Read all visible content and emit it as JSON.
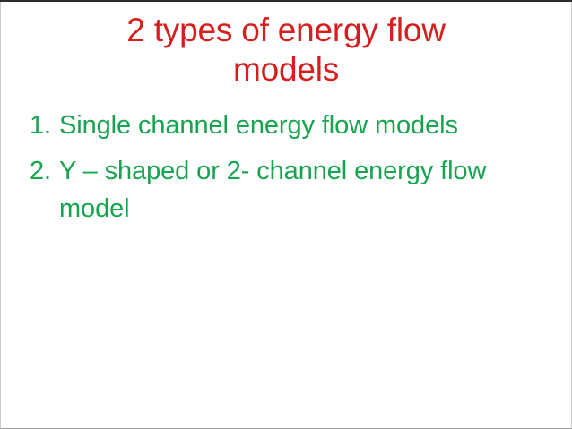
{
  "slide": {
    "title": "2 types of energy flow\nmodels",
    "title_color": "#d71d1d",
    "body_color": "#17a44f",
    "background_color": "#ffffff",
    "border_color": "#c9c9c9",
    "top_rule_color": "#2b2b2b",
    "items": [
      {
        "marker": "1.",
        "text": "Single channel energy flow models"
      },
      {
        "marker": "2.",
        "text": "Y – shaped or 2- channel energy flow model"
      }
    ]
  }
}
